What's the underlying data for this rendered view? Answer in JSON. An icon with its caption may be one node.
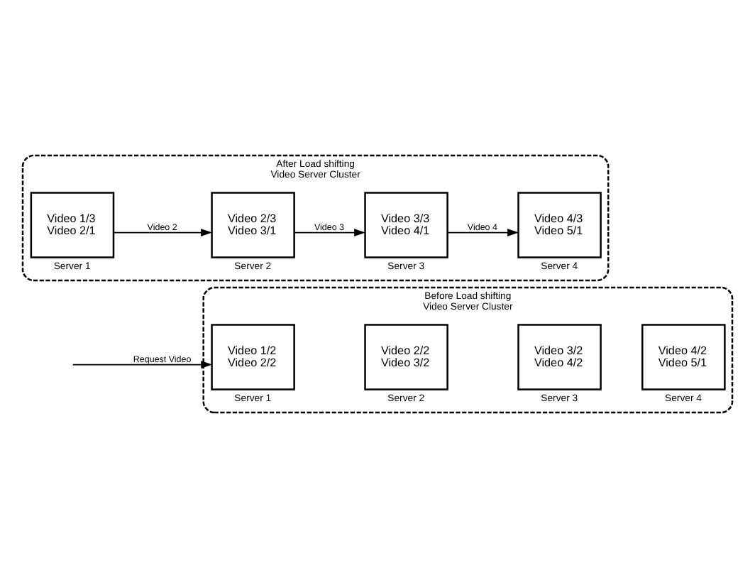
{
  "diagram": {
    "nodes": [
      {
        "text": [
          "Before Load shifting",
          "Video Server Cluster"
        ]
      },
      {
        "text": [
          "Video 1/2",
          "Video 2/2"
        ],
        "beside": [
          "Server 1"
        ],
        "in": 0
      },
      {
        "text": [
          "Video 2/2",
          "Video 3/2"
        ],
        "beside": [
          "Server 2"
        ],
        "in": 0
      },
      {
        "text": [
          "Video 3/2",
          "Video 4/2"
        ],
        "beside": [
          "Server 3"
        ],
        "in": 0
      },
      {
        "text": [
          "Video 4/2",
          "Video 5/1"
        ],
        "beside": [
          "Server 4"
        ],
        "in": 0
      },
      {
        "text": [
          "After Load shifting",
          "Video Server Cluster"
        ]
      },
      {
        "text": [
          "Video 1/3",
          "Video 2/1"
        ],
        "beside": [
          "Server 1"
        ],
        "in": 5
      },
      {
        "text": [
          "Video 2/3",
          "Video 3/1"
        ],
        "beside": [
          "Server 2"
        ],
        "in": 5
      },
      {
        "text": [
          "Video 3/3",
          "Video 4/1"
        ],
        "beside": [
          "Server 3"
        ],
        "in": 5
      },
      {
        "text": [
          "Video 4/3",
          "Video 5/1"
        ],
        "beside": [
          "Server 4"
        ],
        "in": 5
      }
    ],
    "edges": [
      {
        "from": null,
        "to": 1,
        "arrow": "to",
        "label": "Request Video"
      },
      {
        "from": 6,
        "to": 7,
        "arrow": "to",
        "label": "Video 2"
      },
      {
        "from": 7,
        "to": 8,
        "arrow": "to",
        "label": "Video 3"
      },
      {
        "from": 8,
        "to": 9,
        "arrow": "to",
        "label": "Video 4"
      }
    ]
  }
}
